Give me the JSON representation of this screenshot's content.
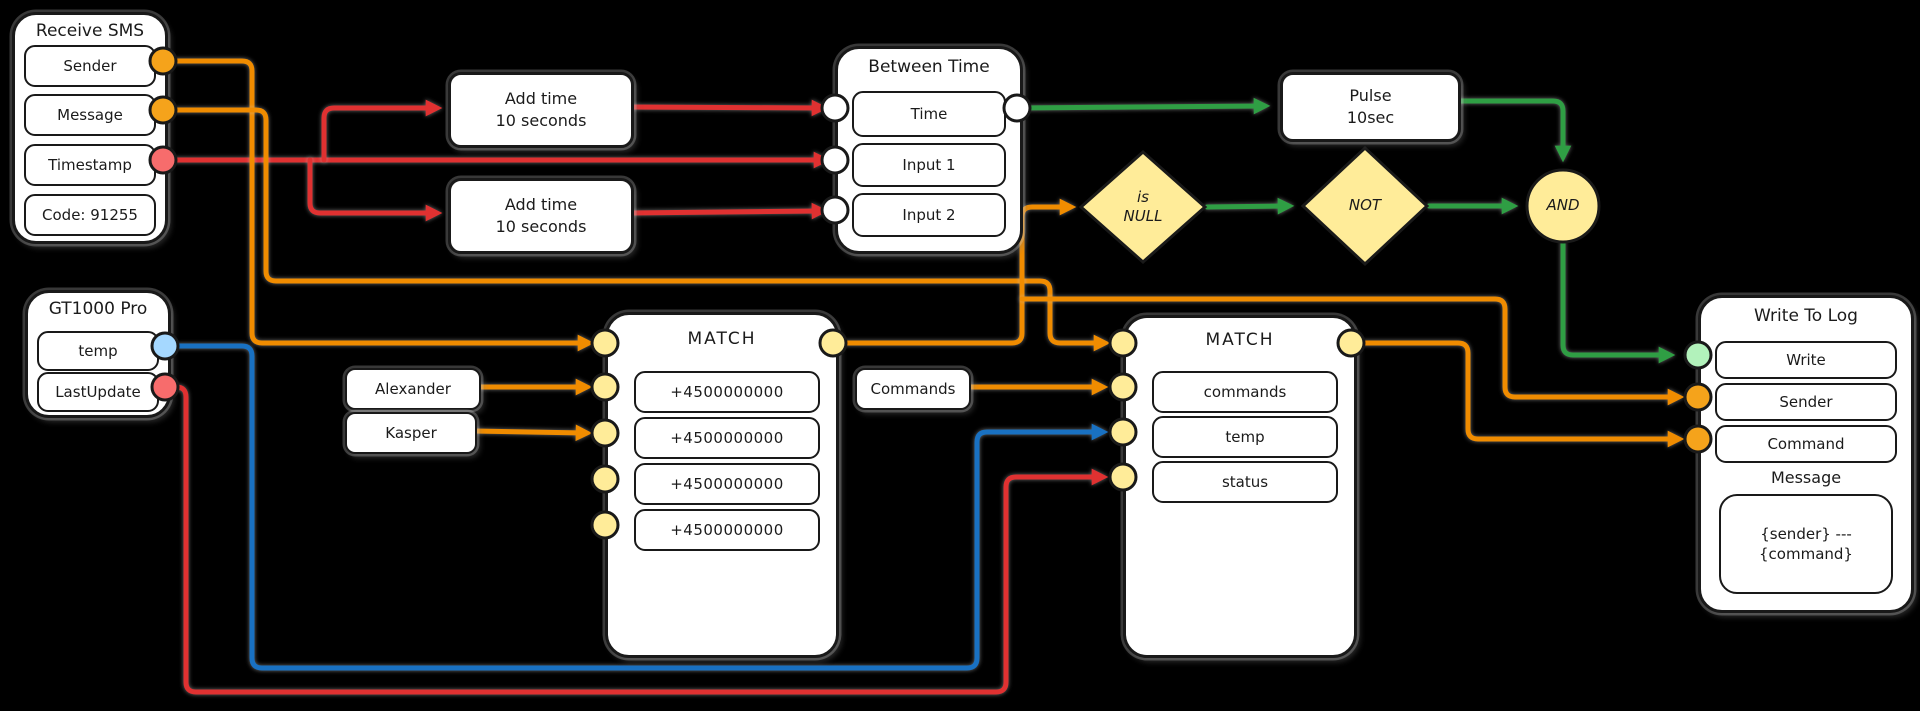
{
  "colors": {
    "background": "#000000",
    "orange": "#f08c00",
    "red": "#e03131",
    "green": "#2f9e44",
    "blue": "#1971c2",
    "port_orange": "#f5a31b",
    "port_red": "#f76c6c",
    "port_blue": "#a5d8ff",
    "port_yellow": "#ffec99",
    "port_green": "#b2f2bb",
    "port_white": "#ffffff",
    "shape_yellow": "#ffec99"
  },
  "nodes": {
    "receive_sms": {
      "title": "Receive SMS",
      "fields": [
        "Sender",
        "Message",
        "Timestamp",
        "Code: 91255"
      ]
    },
    "gt1000": {
      "title": "GT1000 Pro",
      "fields": [
        "temp",
        "LastUpdate"
      ]
    },
    "add_time_1": {
      "label": "Add time\n10 seconds"
    },
    "add_time_2": {
      "label": "Add time\n10 seconds"
    },
    "between_time": {
      "title": "Between Time",
      "fields": [
        "Time",
        "Input 1",
        "Input 2"
      ]
    },
    "pulse": {
      "label": "Pulse\n10sec"
    },
    "match1": {
      "title": "MATCH",
      "fields": [
        "+4500000000",
        "+4500000000",
        "+4500000000",
        "+4500000000"
      ]
    },
    "match2": {
      "title": "MATCH",
      "fields": [
        "commands",
        "temp",
        "status"
      ]
    },
    "write_log": {
      "title": "Write To Log",
      "fields": [
        "Write",
        "Sender",
        "Command"
      ],
      "message_label": "Message",
      "message_value": "{sender} ---\n{command}"
    },
    "alexander": {
      "label": "Alexander"
    },
    "kasper": {
      "label": "Kasper"
    },
    "commands": {
      "label": "Commands"
    },
    "is_null": {
      "label": "is\nNULL"
    },
    "not": {
      "label": "NOT"
    },
    "and": {
      "label": "AND"
    }
  },
  "edges": [
    {
      "name": "sender-to-match1",
      "color": "orange"
    },
    {
      "name": "message-to-match2",
      "color": "orange"
    },
    {
      "name": "alexander-to-match1",
      "color": "orange"
    },
    {
      "name": "kasper-to-match1",
      "color": "orange"
    },
    {
      "name": "match1-to-isnull",
      "color": "orange"
    },
    {
      "name": "match1-to-write-sender",
      "color": "orange"
    },
    {
      "name": "commands-to-match2",
      "color": "orange"
    },
    {
      "name": "match2-to-write-command",
      "color": "orange"
    },
    {
      "name": "timestamp-to-input1",
      "color": "red"
    },
    {
      "name": "timestamp-to-addtime1",
      "color": "red"
    },
    {
      "name": "addtime1-to-time",
      "color": "red"
    },
    {
      "name": "timestamp-to-addtime2",
      "color": "red"
    },
    {
      "name": "addtime2-to-input2",
      "color": "red"
    },
    {
      "name": "lastupdate-to-match2-status",
      "color": "red"
    },
    {
      "name": "temp-to-match2-temp",
      "color": "blue"
    },
    {
      "name": "betweentime-to-pulse",
      "color": "green"
    },
    {
      "name": "pulse-to-and",
      "color": "green"
    },
    {
      "name": "isnull-to-not",
      "color": "green"
    },
    {
      "name": "not-to-and",
      "color": "green"
    },
    {
      "name": "and-to-write",
      "color": "green"
    }
  ]
}
